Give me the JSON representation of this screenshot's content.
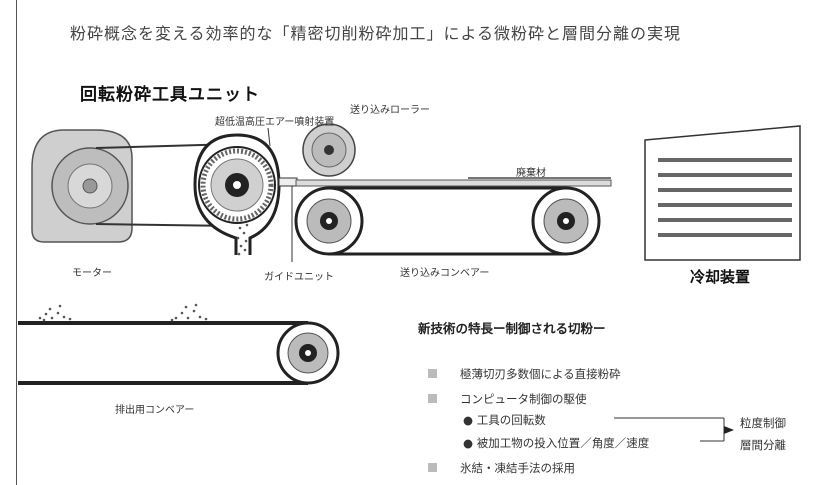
{
  "title": "粉砕概念を変える効率的な「精密切削粉砕加工」による微粉砕と層間分離の実現",
  "diagram": {
    "unit_title": "回転粉砕工具ユニット",
    "labels": {
      "air_jet": "超低温高圧エアー噴射装置",
      "feed_roller": "送り込みローラー",
      "waste_material": "廃棄材",
      "motor": "モーター",
      "guide_unit": "ガイドユニット",
      "feed_conveyor": "送り込みコンベアー",
      "cooling_unit": "冷却装置",
      "discharge_conveyor": "排出用コンベアー"
    }
  },
  "features": {
    "heading": "新技術の特長ー制御される切粉ー",
    "items": [
      "極薄切刃多数個による直接粉砕",
      "コンピュータ制御の駆使",
      "氷結・凍結手法の採用"
    ],
    "sub_items": [
      "● 工具の回転数",
      "● 被加工物の投入位置／角度／速度"
    ],
    "results": [
      "粒度制御",
      "層間分離"
    ]
  }
}
